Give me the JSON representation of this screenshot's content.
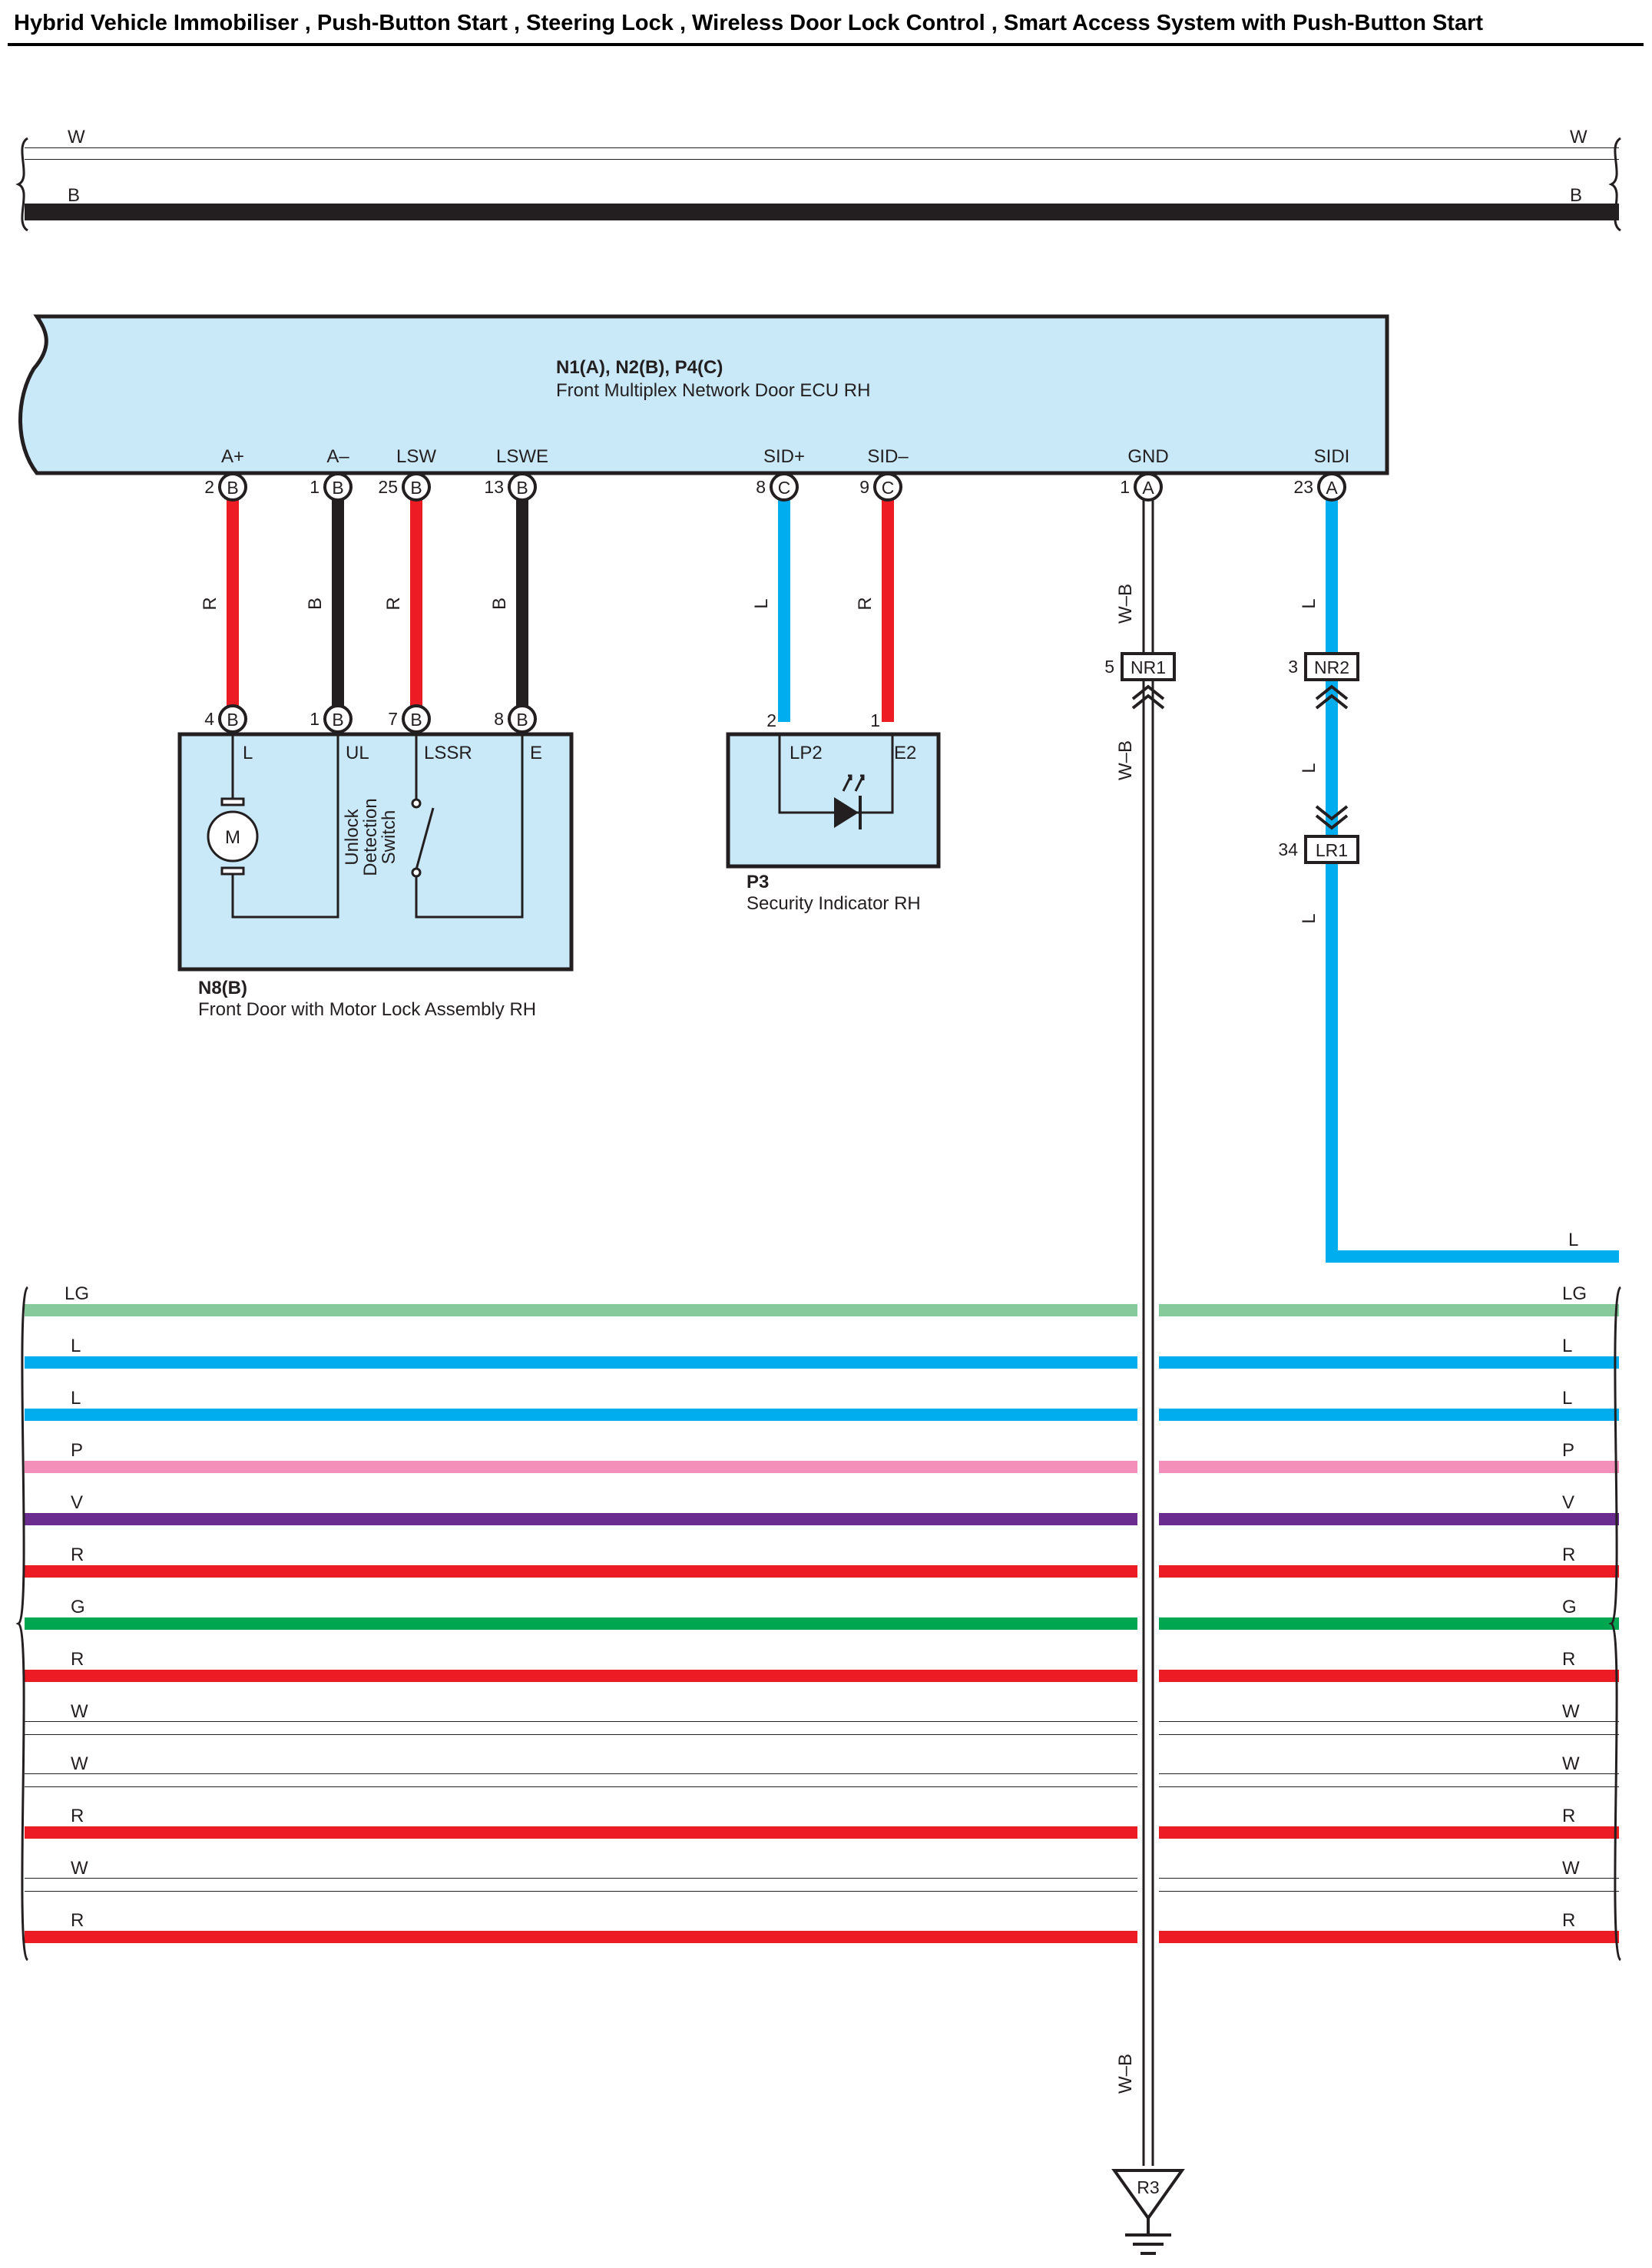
{
  "title": "Hybrid Vehicle Immobiliser , Push-Button Start , Steering Lock , Wireless Door Lock Control , Smart Access System with Push-Button Start",
  "colors": {
    "W": "#ffffff",
    "B": "#231f20",
    "R": "#ed1c24",
    "L": "#00aeef",
    "LG": "#86c99a",
    "P": "#f48fba",
    "V": "#6a2c8e",
    "G": "#00a650",
    "component_fill": "#c9e9f8"
  },
  "top_bus": [
    {
      "color": "W"
    },
    {
      "color": "B"
    }
  ],
  "ecu": {
    "code": "N1(A), N2(B), P4(C)",
    "name": "Front Multiplex Network Door ECU RH",
    "terminals": [
      {
        "name": "A+",
        "pin": "2",
        "conn": "B",
        "wire": "R"
      },
      {
        "name": "A–",
        "pin": "1",
        "conn": "B",
        "wire": "B"
      },
      {
        "name": "LSW",
        "pin": "25",
        "conn": "B",
        "wire": "R"
      },
      {
        "name": "LSWE",
        "pin": "13",
        "conn": "B",
        "wire": "B"
      },
      {
        "name": "SID+",
        "pin": "8",
        "conn": "C",
        "wire": "L"
      },
      {
        "name": "SID–",
        "pin": "9",
        "conn": "C",
        "wire": "R"
      },
      {
        "name": "GND",
        "pin": "1",
        "conn": "A",
        "wire": "W–B"
      },
      {
        "name": "SIDI",
        "pin": "23",
        "conn": "A",
        "wire": "L"
      }
    ]
  },
  "door_lock": {
    "code": "N8(B)",
    "name": "Front Door with Motor Lock Assembly RH",
    "pins": [
      {
        "pin": "4",
        "conn": "B",
        "name": "L"
      },
      {
        "pin": "1",
        "conn": "B",
        "name": "UL"
      },
      {
        "pin": "7",
        "conn": "B",
        "name": "LSSR"
      },
      {
        "pin": "8",
        "conn": "B",
        "name": "E"
      }
    ],
    "motor_label": "M",
    "switch_label": [
      "Unlock",
      "Detection",
      "Switch"
    ]
  },
  "indicator": {
    "code": "P3",
    "name": "Security Indicator RH",
    "pins": [
      {
        "pin": "2",
        "name": "LP2"
      },
      {
        "pin": "1",
        "name": "E2"
      }
    ]
  },
  "junctions": [
    {
      "pin": "5",
      "name": "NR1"
    },
    {
      "pin": "3",
      "name": "NR2"
    },
    {
      "pin": "34",
      "name": "LR1"
    }
  ],
  "ground": {
    "name": "R3",
    "wire": "W–B"
  },
  "sidi_exit_wire": "L",
  "bottom_bus": [
    "LG",
    "L",
    "L",
    "P",
    "V",
    "R",
    "G",
    "R",
    "W",
    "W",
    "R",
    "W",
    "R"
  ]
}
